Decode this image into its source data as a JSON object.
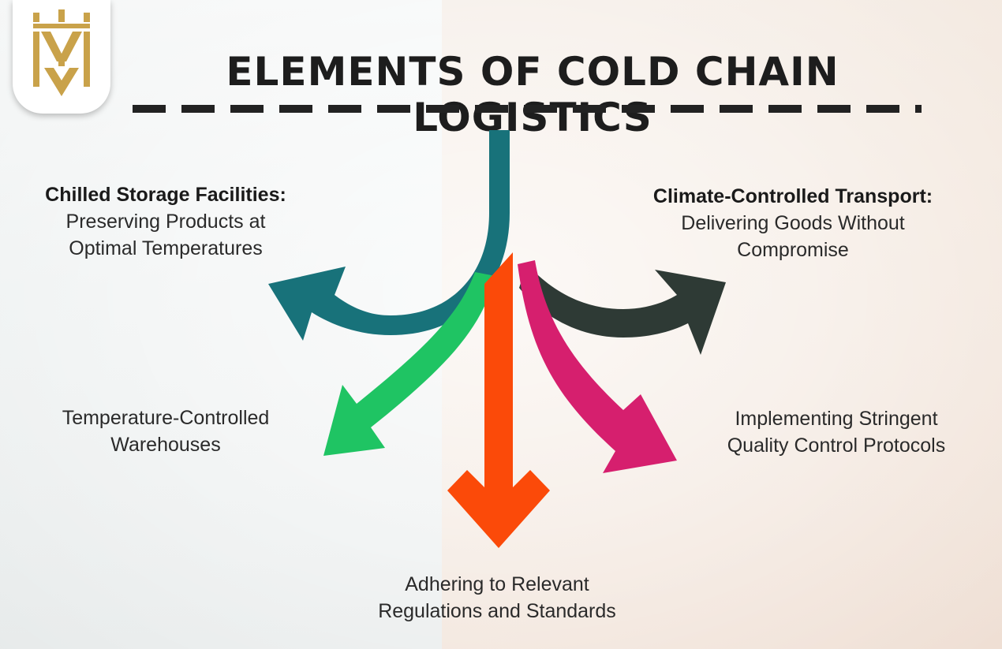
{
  "title": "ELEMENTS OF COLD CHAIN LOGISTICS",
  "labels": {
    "storage_head": "Chilled Storage Facilities:",
    "storage_body_1": "Preserving Products at",
    "storage_body_2": "Optimal Temperatures",
    "transport_head": "Climate-Controlled Transport:",
    "transport_body_1": "Delivering Goods Without",
    "transport_body_2": "Compromise",
    "warehouses_1": "Temperature-Controlled",
    "warehouses_2": "Warehouses",
    "quality_1": "Implementing Stringent",
    "quality_2": "Quality Control Protocols",
    "regulations_1": "Adhering to Relevant",
    "regulations_2": "Regulations and Standards"
  },
  "colors": {
    "teal_arrow": "#18727a",
    "dark_arrow": "#2e3a35",
    "green_arrow": "#1fc463",
    "orange_arrow": "#fb4a09",
    "pink_arrow": "#d61f6e",
    "logo_gold": "#c9a24a"
  }
}
